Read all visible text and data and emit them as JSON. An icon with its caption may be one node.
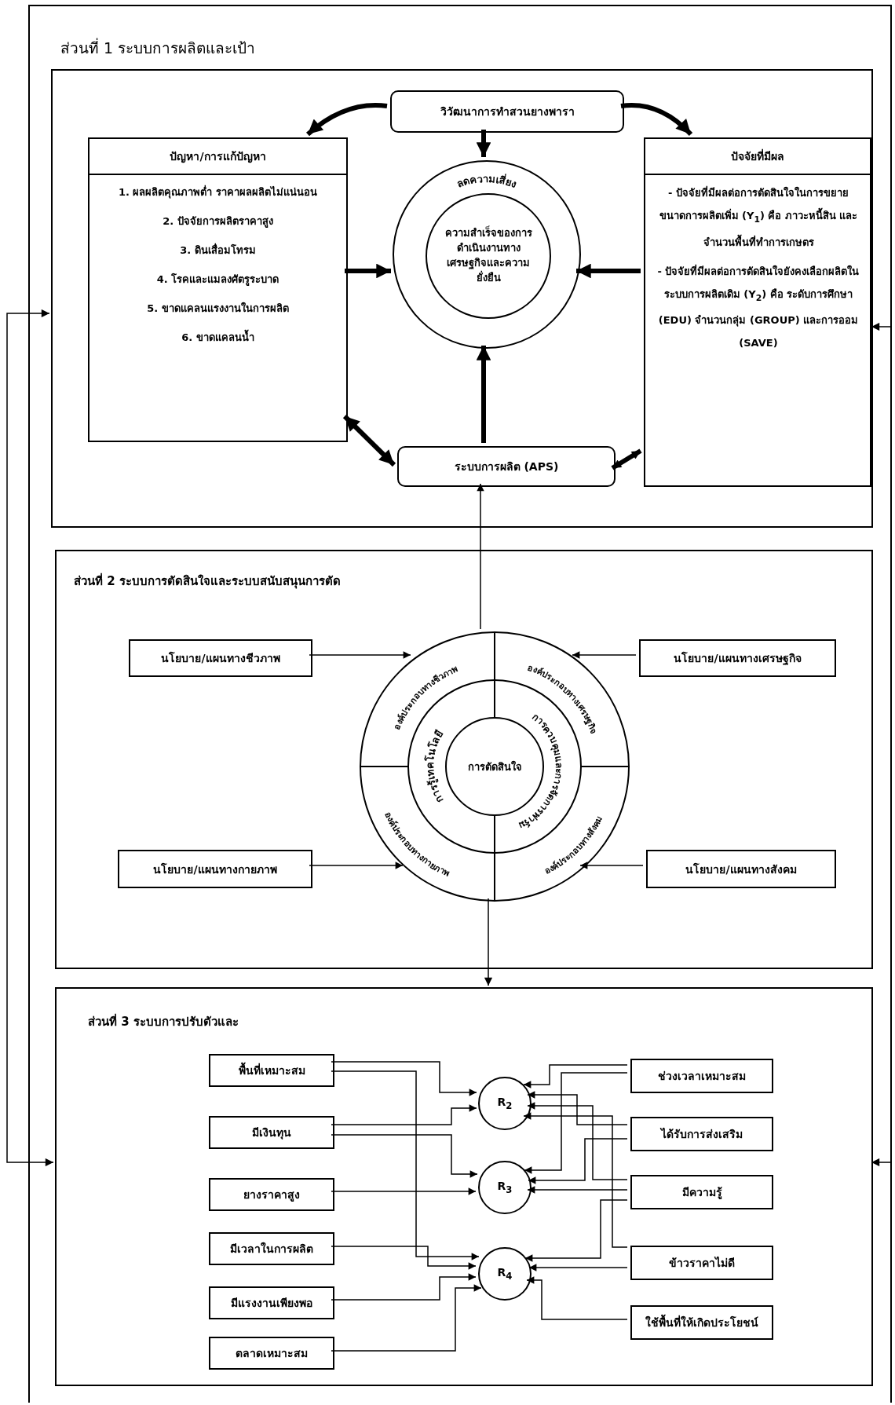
{
  "diagram": {
    "nodes": [
      {
        "text": [],
        "shape": "box"
      },
      {
        "text": [
          "ส่วนที่ 1 ระบบการผลิตและเป้า"
        ],
        "in": 0
      },
      {
        "text": [
          "วิวัฒนาการทำสวนยางพารา"
        ],
        "in": 1
      },
      {
        "text": [
          "ปัญหา/การแก้ปัญหา",
          "1. ผลผลิตคุณภาพต่ำ ราคาผลผลิตไม่แน่นอน",
          "2. ปัจจัยการผลิตราคาสูง",
          "3. ดินเสื่อมโทรม",
          "4. โรคและแมลงศัตรูระบาด",
          "5. ขาดแคลนแรงงานในการผลิต",
          "6. ขาดแคลนน้ำ"
        ],
        "in": 1
      },
      {
        "text": [
          "ลดความเสี่ยง"
        ],
        "in": 1
      },
      {
        "text": [
          "ความสำเร็จของการดำเนินงานทางเศรษฐกิจและความยั่งยืน"
        ],
        "in": 4
      },
      {
        "text": [
          "ปัจจัยที่มีผล",
          "- ปัจจัยที่มีผลต่อการตัดสินใจในการขยายขนาดการผลิตเพิ่ม (Y$_{1}$) คือ ภาวะหนี้สิน และจำนวนพื้นที่ทำการเกษตร",
          "- ปัจจัยที่มีผลต่อการตัดสินใจยังคงเลือกผลิตในระบบการผลิตเดิม (Y$_{2}$) คือ ระดับการศึกษา (EDU) จำนวนกลุ่ม (GROUP) และการออม (SAVE)"
        ],
        "in": 1
      },
      {
        "text": [
          "ระบบการผลิต (APS)"
        ],
        "in": 1
      },
      {
        "text": [
          "ส่วนที่ 2 ระบบการตัดสินใจและระบบสนับสนุนการตัด"
        ],
        "in": 0
      },
      {
        "text": [
          "องค์ประกอบทางชีวภาพ",
          "องค์ประกอบทางเศรษฐกิจ",
          "องค์ประกอบทางกายภาพ",
          "องค์ประกอบทางสังคม",
          "การรู้เทคโนโลยี",
          "การควบคุมและการจัดการฟาร์ม",
          "การตัดสินใจ"
        ],
        "in": 8
      },
      {
        "text": [
          "นโยบาย/แผนทางชีวภาพ"
        ],
        "in": 8
      },
      {
        "text": [
          "นโยบาย/แผนทางเศรษฐกิจ"
        ],
        "in": 8
      },
      {
        "text": [
          "นโยบาย/แผนทางกายภาพ"
        ],
        "in": 8
      },
      {
        "text": [
          "นโยบาย/แผนทางสังคม"
        ],
        "in": 8
      },
      {
        "text": [
          "ส่วนที่ 3 ระบบการปรับตัวและ"
        ],
        "in": 0
      },
      {
        "text": [
          "พื้นที่เหมาะสม"
        ],
        "in": 14
      },
      {
        "text": [
          "มีเงินทุน"
        ],
        "in": 14
      },
      {
        "text": [
          "ยางราคาสูง"
        ],
        "in": 14
      },
      {
        "text": [
          "มีเวลาในการผลิต"
        ],
        "in": 14
      },
      {
        "text": [
          "มีแรงงานเพียงพอ"
        ],
        "in": 14
      },
      {
        "text": [
          "ตลาดเหมาะสม"
        ],
        "in": 14
      },
      {
        "text": [
          "R$_{2}$"
        ],
        "in": 14
      },
      {
        "text": [
          "R$_{3}$"
        ],
        "in": 14
      },
      {
        "text": [
          "R$_{4}$"
        ],
        "in": 14
      },
      {
        "text": [
          "ช่วงเวลาเหมาะสม"
        ],
        "in": 14
      },
      {
        "text": [
          "ได้รับการส่งเสริม"
        ],
        "in": 14
      },
      {
        "text": [
          "มีความรู้"
        ],
        "in": 14
      },
      {
        "text": [
          "ข้าวราคาไม่ดี"
        ],
        "in": 14
      },
      {
        "text": [
          "ใช้พื้นที่ให้เกิดประโยชน์"
        ],
        "in": 14
      }
    ],
    "edges": [
      {
        "from": 14,
        "to": 1,
        "arrow": "both"
      },
      {
        "from": 0,
        "to": 1,
        "arrow": "to"
      },
      {
        "from": 0,
        "to": 14,
        "arrow": "to"
      },
      {
        "from": 2,
        "to": 4,
        "arrow": "to",
        "style": "thick"
      },
      {
        "from": 2,
        "to": 3,
        "arrow": "to",
        "style": "thick"
      },
      {
        "from": 2,
        "to": 6,
        "arrow": "to",
        "style": "thick"
      },
      {
        "from": 3,
        "to": 4,
        "arrow": "to",
        "style": "thick"
      },
      {
        "from": 6,
        "to": 4,
        "arrow": "to",
        "style": "thick"
      },
      {
        "from": 7,
        "to": 4,
        "arrow": "to",
        "style": "thick"
      },
      {
        "from": 3,
        "to": 7,
        "arrow": "both",
        "style": "thick"
      },
      {
        "from": 7,
        "to": 6,
        "arrow": "both",
        "style": "thick"
      },
      {
        "from": 9,
        "to": 7,
        "arrow": "to"
      },
      {
        "from": 10,
        "to": 9,
        "arrow": "to"
      },
      {
        "from": 11,
        "to": 9,
        "arrow": "to"
      },
      {
        "from": 12,
        "to": 9,
        "arrow": "to"
      },
      {
        "from": 13,
        "to": 9,
        "arrow": "to"
      },
      {
        "from": 9,
        "to": 14,
        "arrow": "to"
      },
      {
        "from": 15,
        "to": 21,
        "arrow": "to"
      },
      {
        "from": 15,
        "to": 23,
        "arrow": "to"
      },
      {
        "from": 16,
        "to": 21,
        "arrow": "to"
      },
      {
        "from": 16,
        "to": 22,
        "arrow": "to"
      },
      {
        "from": 17,
        "to": 22,
        "arrow": "to"
      },
      {
        "from": 18,
        "to": 23,
        "arrow": "to"
      },
      {
        "from": 19,
        "to": 23,
        "arrow": "to"
      },
      {
        "from": 20,
        "to": 23,
        "arrow": "to"
      },
      {
        "from": 24,
        "to": 21,
        "arrow": "to"
      },
      {
        "from": 24,
        "to": 22,
        "arrow": "to"
      },
      {
        "from": 25,
        "to": 21,
        "arrow": "to"
      },
      {
        "from": 25,
        "to": 22,
        "arrow": "to"
      },
      {
        "from": 26,
        "to": 21,
        "arrow": "to"
      },
      {
        "from": 26,
        "to": 22,
        "arrow": "to"
      },
      {
        "from": 26,
        "to": 23,
        "arrow": "to"
      },
      {
        "from": 27,
        "to": 21,
        "arrow": "to"
      },
      {
        "from": 27,
        "to": 23,
        "arrow": "to"
      },
      {
        "from": 28,
        "to": 23,
        "arrow": "to"
      }
    ]
  }
}
